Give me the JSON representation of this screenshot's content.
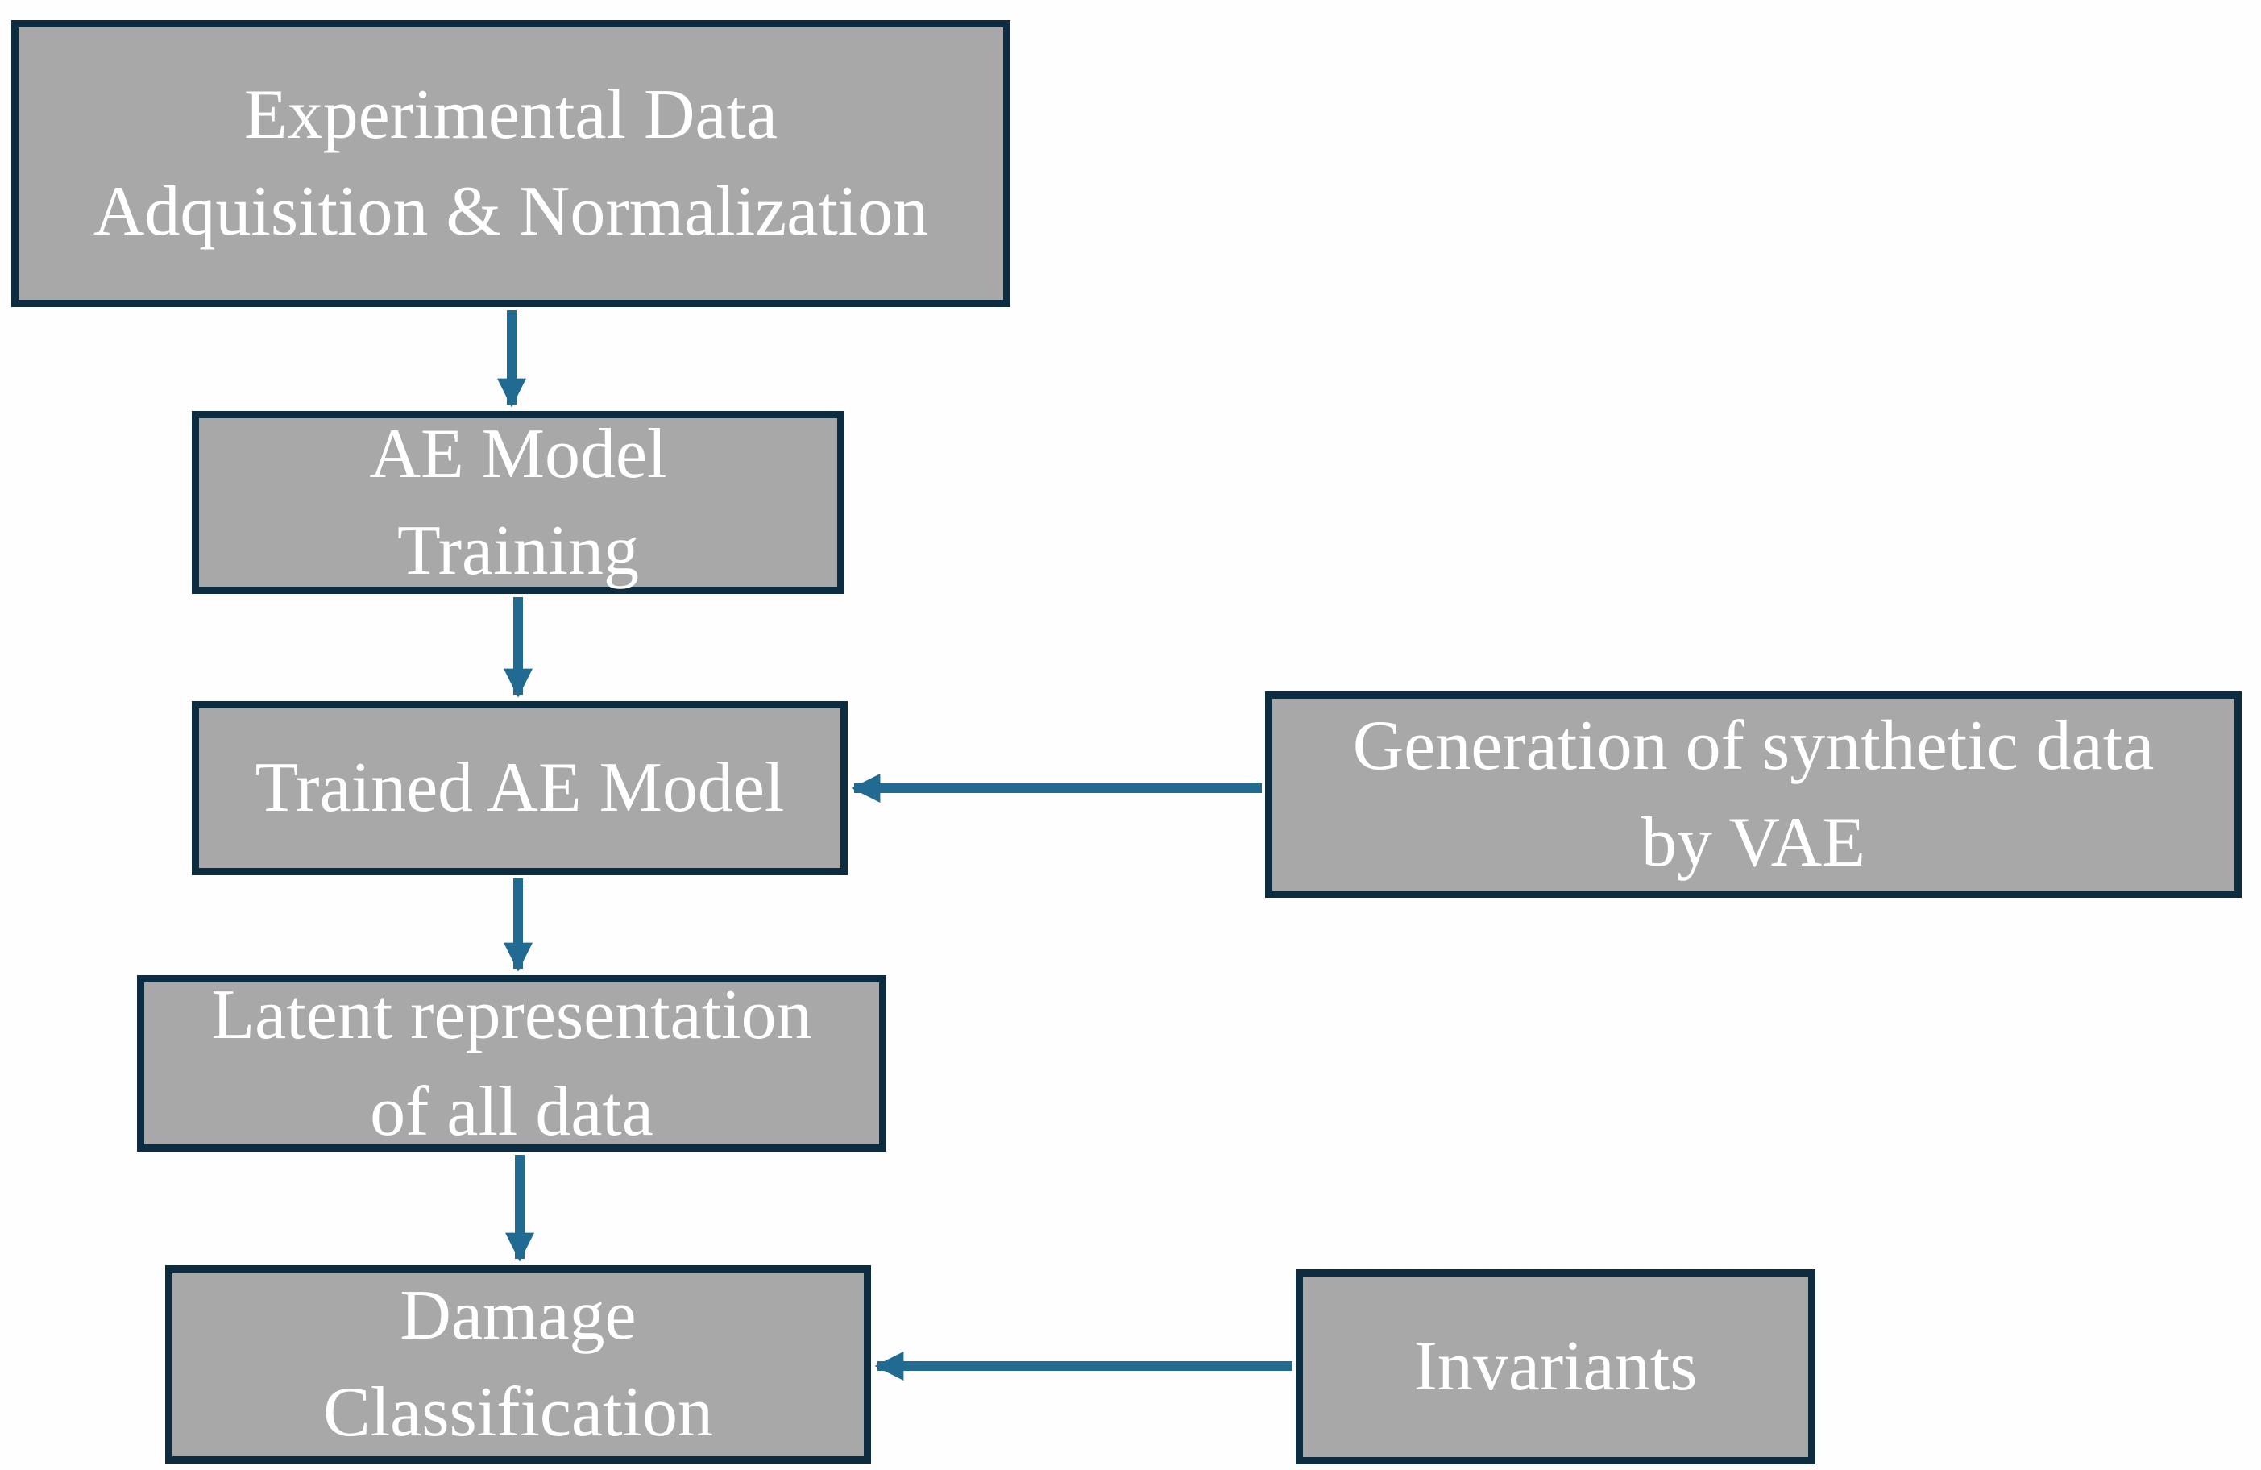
{
  "diagram": {
    "type": "flowchart",
    "nodes": {
      "experimental": {
        "label": "Experimental Data\nAdquisition & Normalization"
      },
      "training": {
        "label": "AE Model\nTraining"
      },
      "trained": {
        "label": "Trained AE Model"
      },
      "vae": {
        "label": "Generation of synthetic data\nby VAE"
      },
      "latent": {
        "label": "Latent representation\nof all data"
      },
      "damage": {
        "label": "Damage\nClassification"
      },
      "invariants": {
        "label": "Invariants"
      }
    },
    "edges": [
      {
        "from": "experimental",
        "to": "training",
        "direction": "down"
      },
      {
        "from": "training",
        "to": "trained",
        "direction": "down"
      },
      {
        "from": "vae",
        "to": "trained",
        "direction": "left"
      },
      {
        "from": "trained",
        "to": "latent",
        "direction": "down"
      },
      {
        "from": "latent",
        "to": "damage",
        "direction": "down"
      },
      {
        "from": "invariants",
        "to": "damage",
        "direction": "left"
      }
    ],
    "colors": {
      "node_fill": "#a8a8a8",
      "node_border": "#0e2c3f",
      "arrow": "#216b92",
      "text": "#ffffff",
      "background": "#fefefe"
    }
  }
}
